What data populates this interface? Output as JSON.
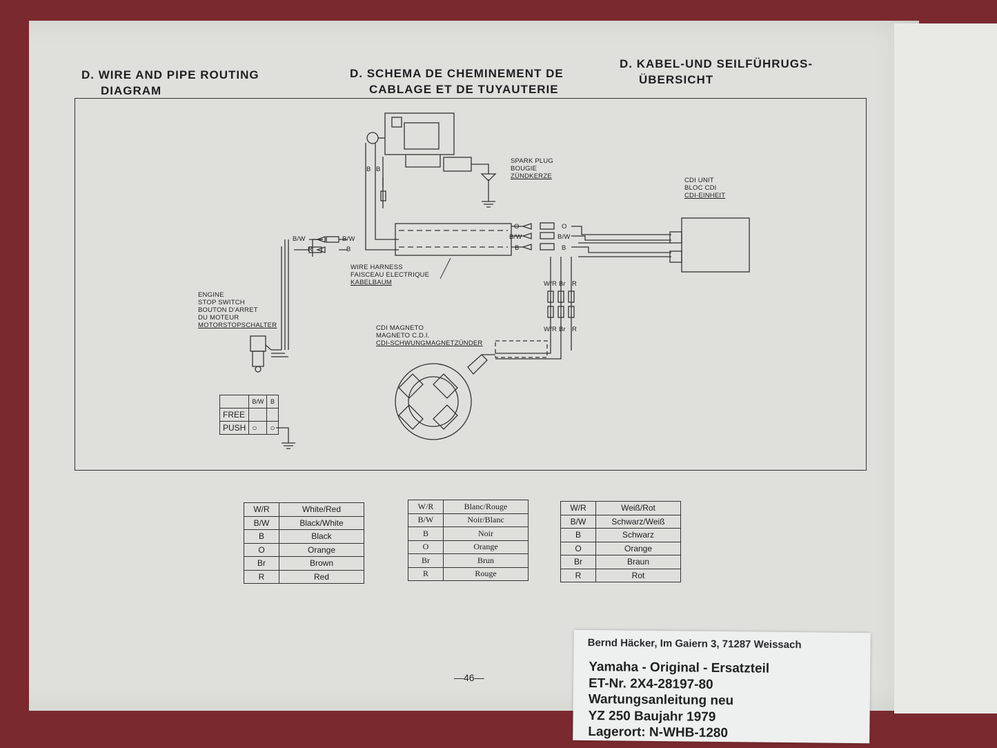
{
  "headings": {
    "en": [
      "D. WIRE AND PIPE ROUTING",
      "DIAGRAM"
    ],
    "fr": [
      "D. SCHEMA DE CHEMINEMENT DE",
      "CABLAGE ET DE TUYAUTERIE"
    ],
    "de": [
      "D. KABEL-UND SEILFÜHRUGS-",
      "ÜBERSICHT"
    ]
  },
  "labels": {
    "spark_plug": [
      "SPARK PLUG",
      "BOUGIE",
      "ZÜNDKERZE"
    ],
    "cdi_unit": [
      "CDI UNIT",
      "BLOC CDI",
      "CDI-EINHEIT"
    ],
    "wire_harness": [
      "WIRE HARNESS",
      "FAISCEAU ELECTRIQUE",
      "KABELBAUM"
    ],
    "engine_stop_switch": [
      "ENGINE",
      "STOP SWITCH",
      "BOUTON D'ARRET",
      "DU MOTEUR",
      "MOTORSTOPSCHALTER"
    ],
    "cdi_magneto": [
      "CDI MAGNETO",
      "MAGNETO C.D.I.",
      "CDI-SCHWUNGMAGNETZÜNDER"
    ]
  },
  "wire_tags": {
    "left_top": "B/W",
    "left_top_r": "B/W",
    "left_bot": "R",
    "left_bot_r": "B",
    "b1": "B",
    "b2": "B",
    "right_o1": "O",
    "right_o2": "O",
    "right_bw1": "B/W",
    "right_bw2": "B/W",
    "right_b1": "B",
    "right_b2": "B",
    "mag_top": [
      "W/R",
      "Br",
      "R"
    ],
    "mag_bot": [
      "W/R",
      "Br",
      "R"
    ]
  },
  "switch_table": {
    "headers": [
      "",
      "B/W",
      "B"
    ],
    "rows": [
      "FREE",
      "PUSH"
    ]
  },
  "legend_en": [
    [
      "W/R",
      "White/Red"
    ],
    [
      "B/W",
      "Black/White"
    ],
    [
      "B",
      "Black"
    ],
    [
      "O",
      "Orange"
    ],
    [
      "Br",
      "Brown"
    ],
    [
      "R",
      "Red"
    ]
  ],
  "legend_fr": [
    [
      "W/R",
      "Blanc/Rouge"
    ],
    [
      "B/W",
      "Noir/Blanc"
    ],
    [
      "B",
      "Noir"
    ],
    [
      "O",
      "Orange"
    ],
    [
      "Br",
      "Brun"
    ],
    [
      "R",
      "Rouge"
    ]
  ],
  "legend_de": [
    [
      "W/R",
      "Weiß/Rot"
    ],
    [
      "B/W",
      "Schwarz/Weiß"
    ],
    [
      "B",
      "Schwarz"
    ],
    [
      "O",
      "Orange"
    ],
    [
      "Br",
      "Braun"
    ],
    [
      "R",
      "Rot"
    ]
  ],
  "page_number": "—46—",
  "sticker": {
    "address": "Bernd Häcker,  Im Gaiern 3,  71287 Weissach",
    "lines": [
      "Yamaha - Original - Ersatzteil",
      "ET-Nr.  2X4-28197-80",
      "Wartungsanleitung   neu",
      "YZ 250  Baujahr 1979",
      "Lagerort:  N-WHB-1280"
    ]
  }
}
